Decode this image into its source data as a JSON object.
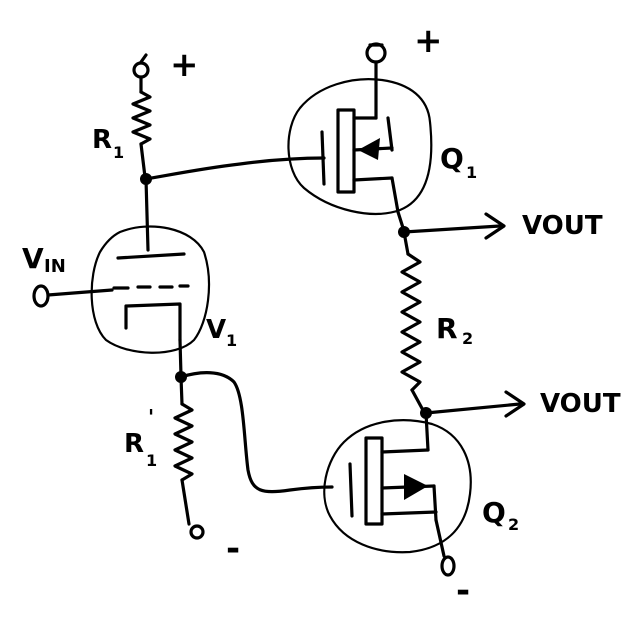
{
  "labels": {
    "r1": "R",
    "r1_sub": "1",
    "r1p": "R",
    "r1p_sub": "1",
    "r1p_prime": "'",
    "r2": "R",
    "r2_sub": "2",
    "q1": "Q",
    "q1_sub": "1",
    "q2": "Q",
    "q2_sub": "2",
    "v1": "V",
    "v1_sub": "1",
    "vin": "V",
    "vin_sub": "IN",
    "vout_top": "VOUT",
    "vout_bottom": "VOUT",
    "plus_left": "+",
    "plus_right": "+",
    "minus_left": "-",
    "minus_right": "-"
  }
}
